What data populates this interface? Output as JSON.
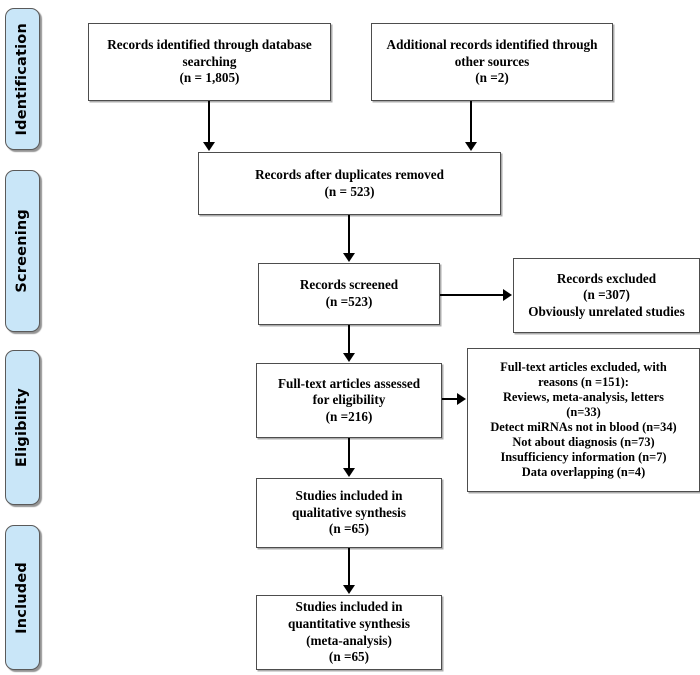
{
  "diagram": {
    "title": "PRISMA flow diagram",
    "type": "prisma-flow-diagram",
    "colors": {
      "stage_bar_fill": "#C9E6F8",
      "stage_bar_border": "#5A5A5A",
      "box_fill": "#FFFFFF",
      "box_border": "#4D4D4D",
      "connector": "#000000",
      "text": "#000000",
      "background": "#FFFFFF"
    }
  },
  "stages": [
    {
      "id": "identification",
      "label": "Identification"
    },
    {
      "id": "screening",
      "label": "Screening"
    },
    {
      "id": "eligibility",
      "label": "Eligibility"
    },
    {
      "id": "included",
      "label": "Included"
    }
  ],
  "boxes": {
    "records_identified": {
      "text": "Records identified through database\nsearching\n(n = 1,805)",
      "count_label": "(n = 1,805)",
      "count": 1805
    },
    "additional_records": {
      "text": "Additional records identified through\nother sources\n(n =2)",
      "count_label": "(n =2)",
      "count": 2
    },
    "duplicates_removed": {
      "text": "Records after duplicates removed\n(n = 523)",
      "count_label": "(n = 523)",
      "count": 523
    },
    "records_screened": {
      "text": "Records screened\n(n =523)",
      "count_label": "(n =523)",
      "count": 523
    },
    "records_excluded": {
      "text": "Records excluded\n(n =307)\nObviously unrelated studies",
      "count_label": "(n =307)",
      "count": 307,
      "reason": "Obviously unrelated studies"
    },
    "fulltext_assessed": {
      "text": "Full-text articles assessed\nfor eligibility\n(n =216)",
      "count_label": "(n =216)",
      "count": 216
    },
    "fulltext_excluded": {
      "text": "Full-text articles excluded, with\nreasons (n =151):\nReviews, meta-analysis, letters\n(n=33)\nDetect miRNAs not in blood (n=34)\nNot about diagnosis (n=73)\nInsufficiency information (n=7)\nData overlapping (n=4)",
      "count_label": "(n =151)",
      "count": 151,
      "reasons": [
        {
          "label": "Reviews, meta-analysis, letters",
          "count_label": "(n=33)",
          "count": 33
        },
        {
          "label": "Detect miRNAs not in blood",
          "count_label": "(n=34)",
          "count": 34
        },
        {
          "label": "Not about diagnosis",
          "count_label": "(n=73)",
          "count": 73
        },
        {
          "label": "Insufficiency information",
          "count_label": "(n=7)",
          "count": 7
        },
        {
          "label": "Data overlapping",
          "count_label": "(n=4)",
          "count": 4
        }
      ]
    },
    "qualitative_synthesis": {
      "text": "Studies included in\nqualitative synthesis\n(n =65)",
      "count_label": "(n =65)",
      "count": 65
    },
    "quantitative_synthesis": {
      "text": "Studies included in\nquantitative synthesis\n(meta-analysis)\n(n =65)",
      "count_label": "(n =65)",
      "count": 65
    }
  }
}
